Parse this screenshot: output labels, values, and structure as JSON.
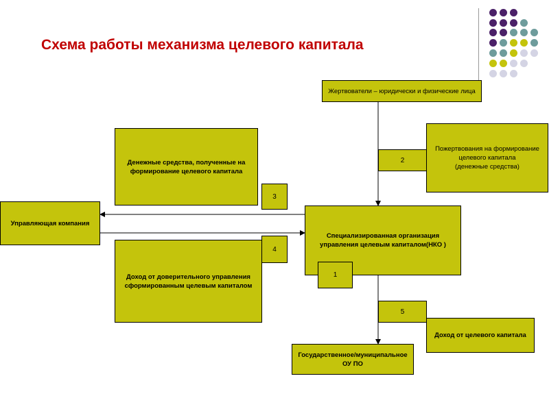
{
  "title": "Схема работы механизма целевого капитала",
  "boxes": {
    "donors": "Жертвователи – юридически и физические лица",
    "donations": "Пожертвования на формирование\nцелевого капитала\n(денежные средства)",
    "funds_received": "Денежные средства, полученные на формирование целевого капитала",
    "management_company": "Управляющая компания",
    "nko": "Специализированная организация управления целевым капиталом(НКО )",
    "trust_income": "Доход от доверительного управления сформированным целевым капиталом",
    "capital_income": "Доход от целевого капитала",
    "state_org": "Государственное/муниципальное\nОУ ПО"
  },
  "numbers": {
    "n1": "1",
    "n2": "2",
    "n3": "3",
    "n4": "4",
    "n5": "5"
  },
  "colors": {
    "box": "#c4c40c",
    "title": "#c00000",
    "purple": "#4b2168",
    "teal": "#6e9c9c",
    "olive": "#c4c40c",
    "lilac": "#d4d4e4"
  },
  "decor_dots": [
    [
      "purple",
      "purple",
      "purple"
    ],
    [
      "purple",
      "purple",
      "purple",
      "teal"
    ],
    [
      "purple",
      "purple",
      "teal",
      "teal",
      "teal"
    ],
    [
      "purple",
      "teal",
      "olive",
      "olive",
      "teal"
    ],
    [
      "teal",
      "teal",
      "olive",
      "lilac",
      "lilac"
    ],
    [
      "olive",
      "olive",
      "lilac",
      "lilac"
    ],
    [
      "lilac",
      "lilac",
      "lilac"
    ]
  ]
}
